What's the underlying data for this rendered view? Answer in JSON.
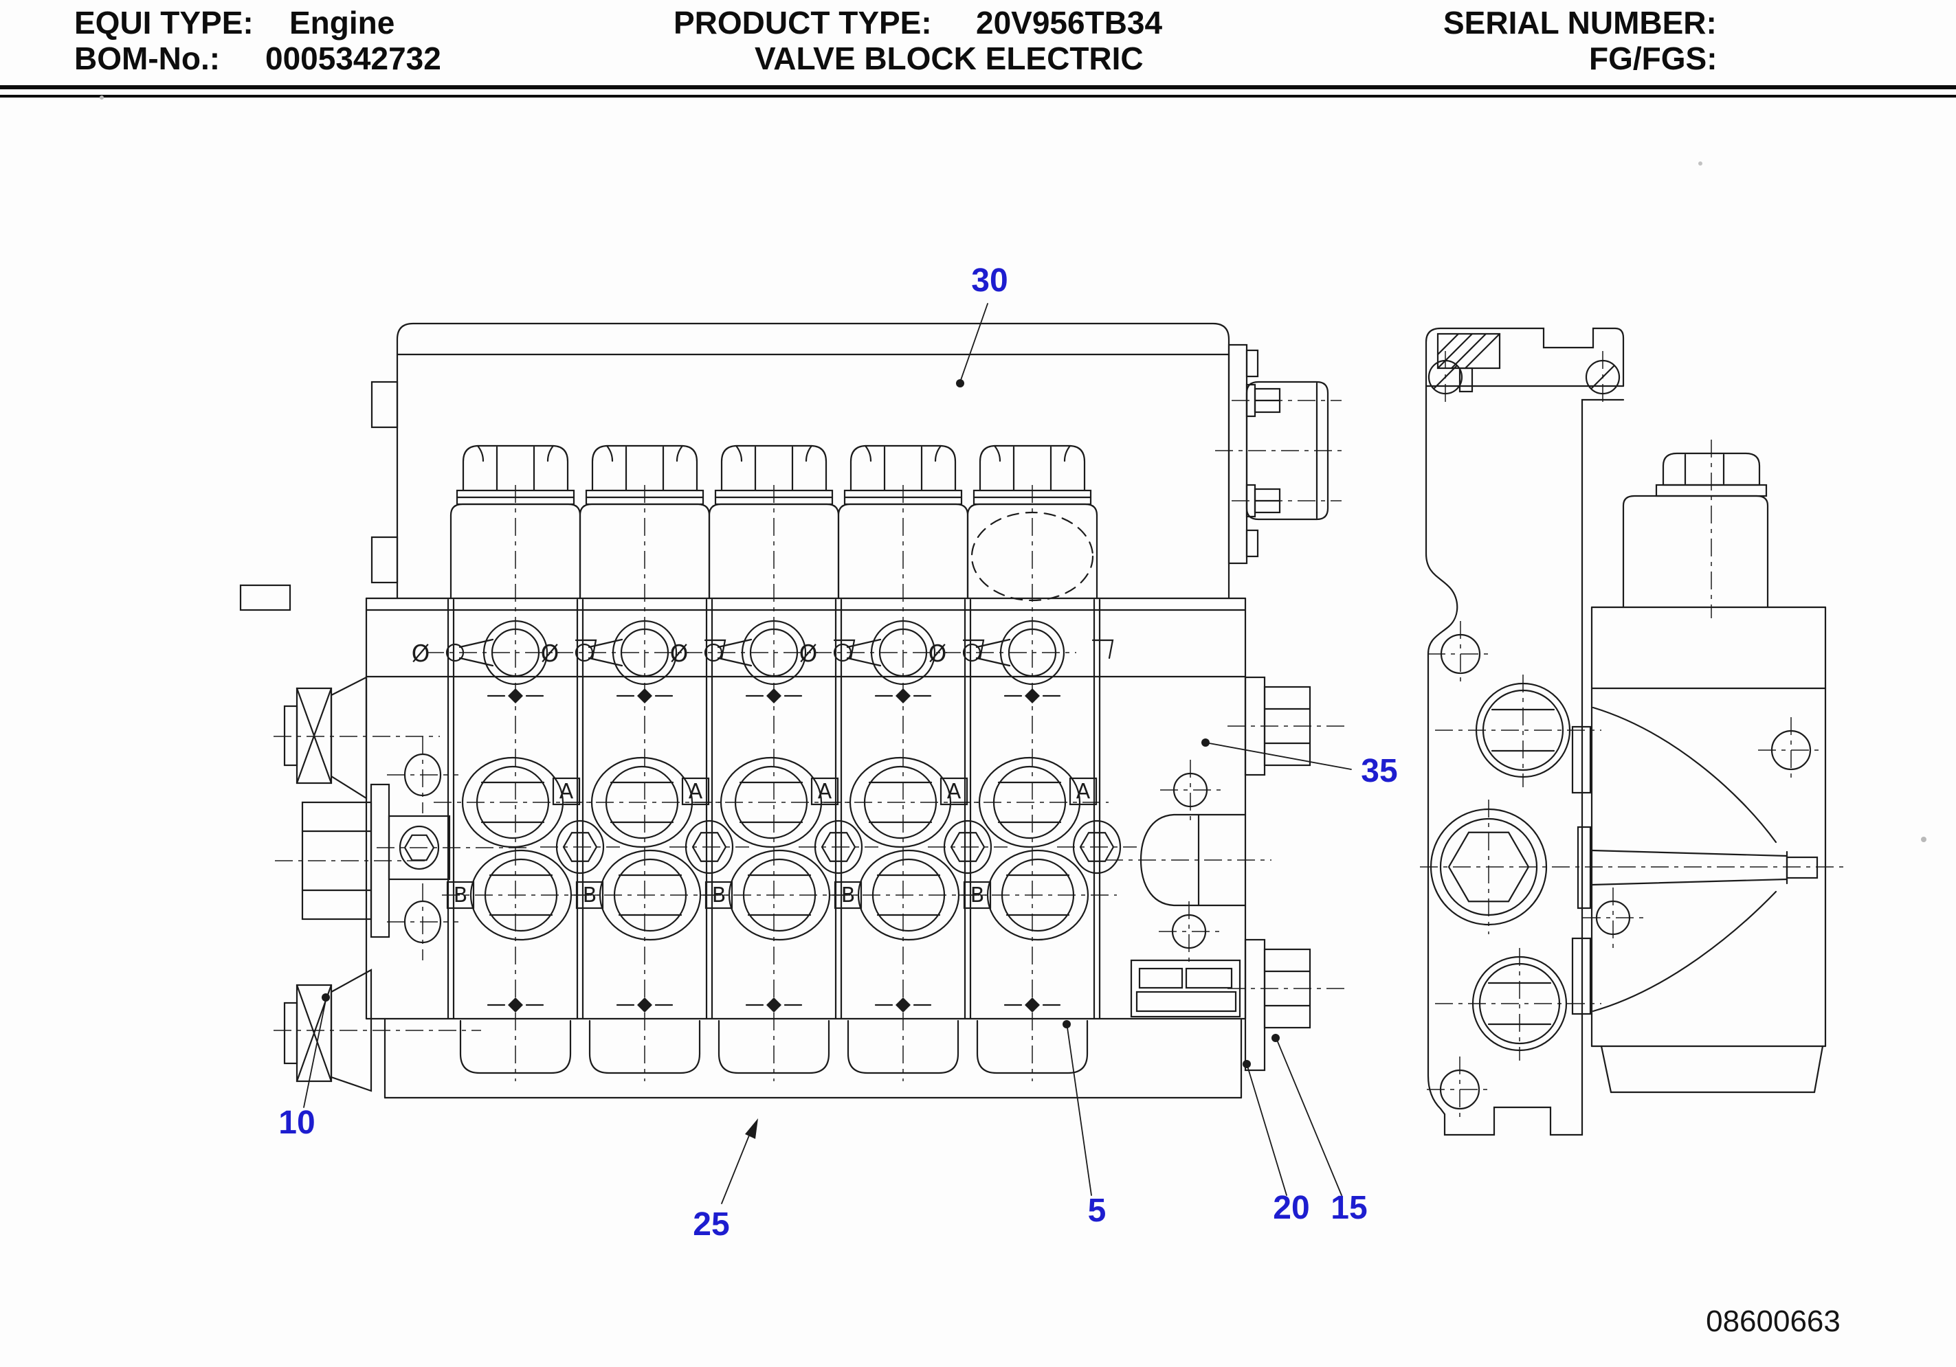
{
  "header": {
    "equi_type_label": "EQUI TYPE:",
    "equi_type_value": "Engine",
    "bom_label": "BOM-No.:",
    "bom_value": "0005342732",
    "product_type_label": "PRODUCT TYPE:",
    "product_type_value": "20V956TB34",
    "product_subtitle": "VALVE BLOCK ELECTRIC",
    "serial_label": "SERIAL NUMBER:",
    "fg_label": "FG/FGS:"
  },
  "diagram": {
    "callouts": {
      "c30": "30",
      "c35": "35",
      "c10": "10",
      "c25": "25",
      "c5": "5",
      "c20": "20",
      "c15": "15"
    },
    "port_label_a": "A",
    "port_label_b": "B",
    "knob_symbol": "Ø",
    "document_number": "08600663"
  },
  "colors": {
    "callout_blue": "#1d1dcf",
    "line_ink": "#1b1b1b"
  }
}
